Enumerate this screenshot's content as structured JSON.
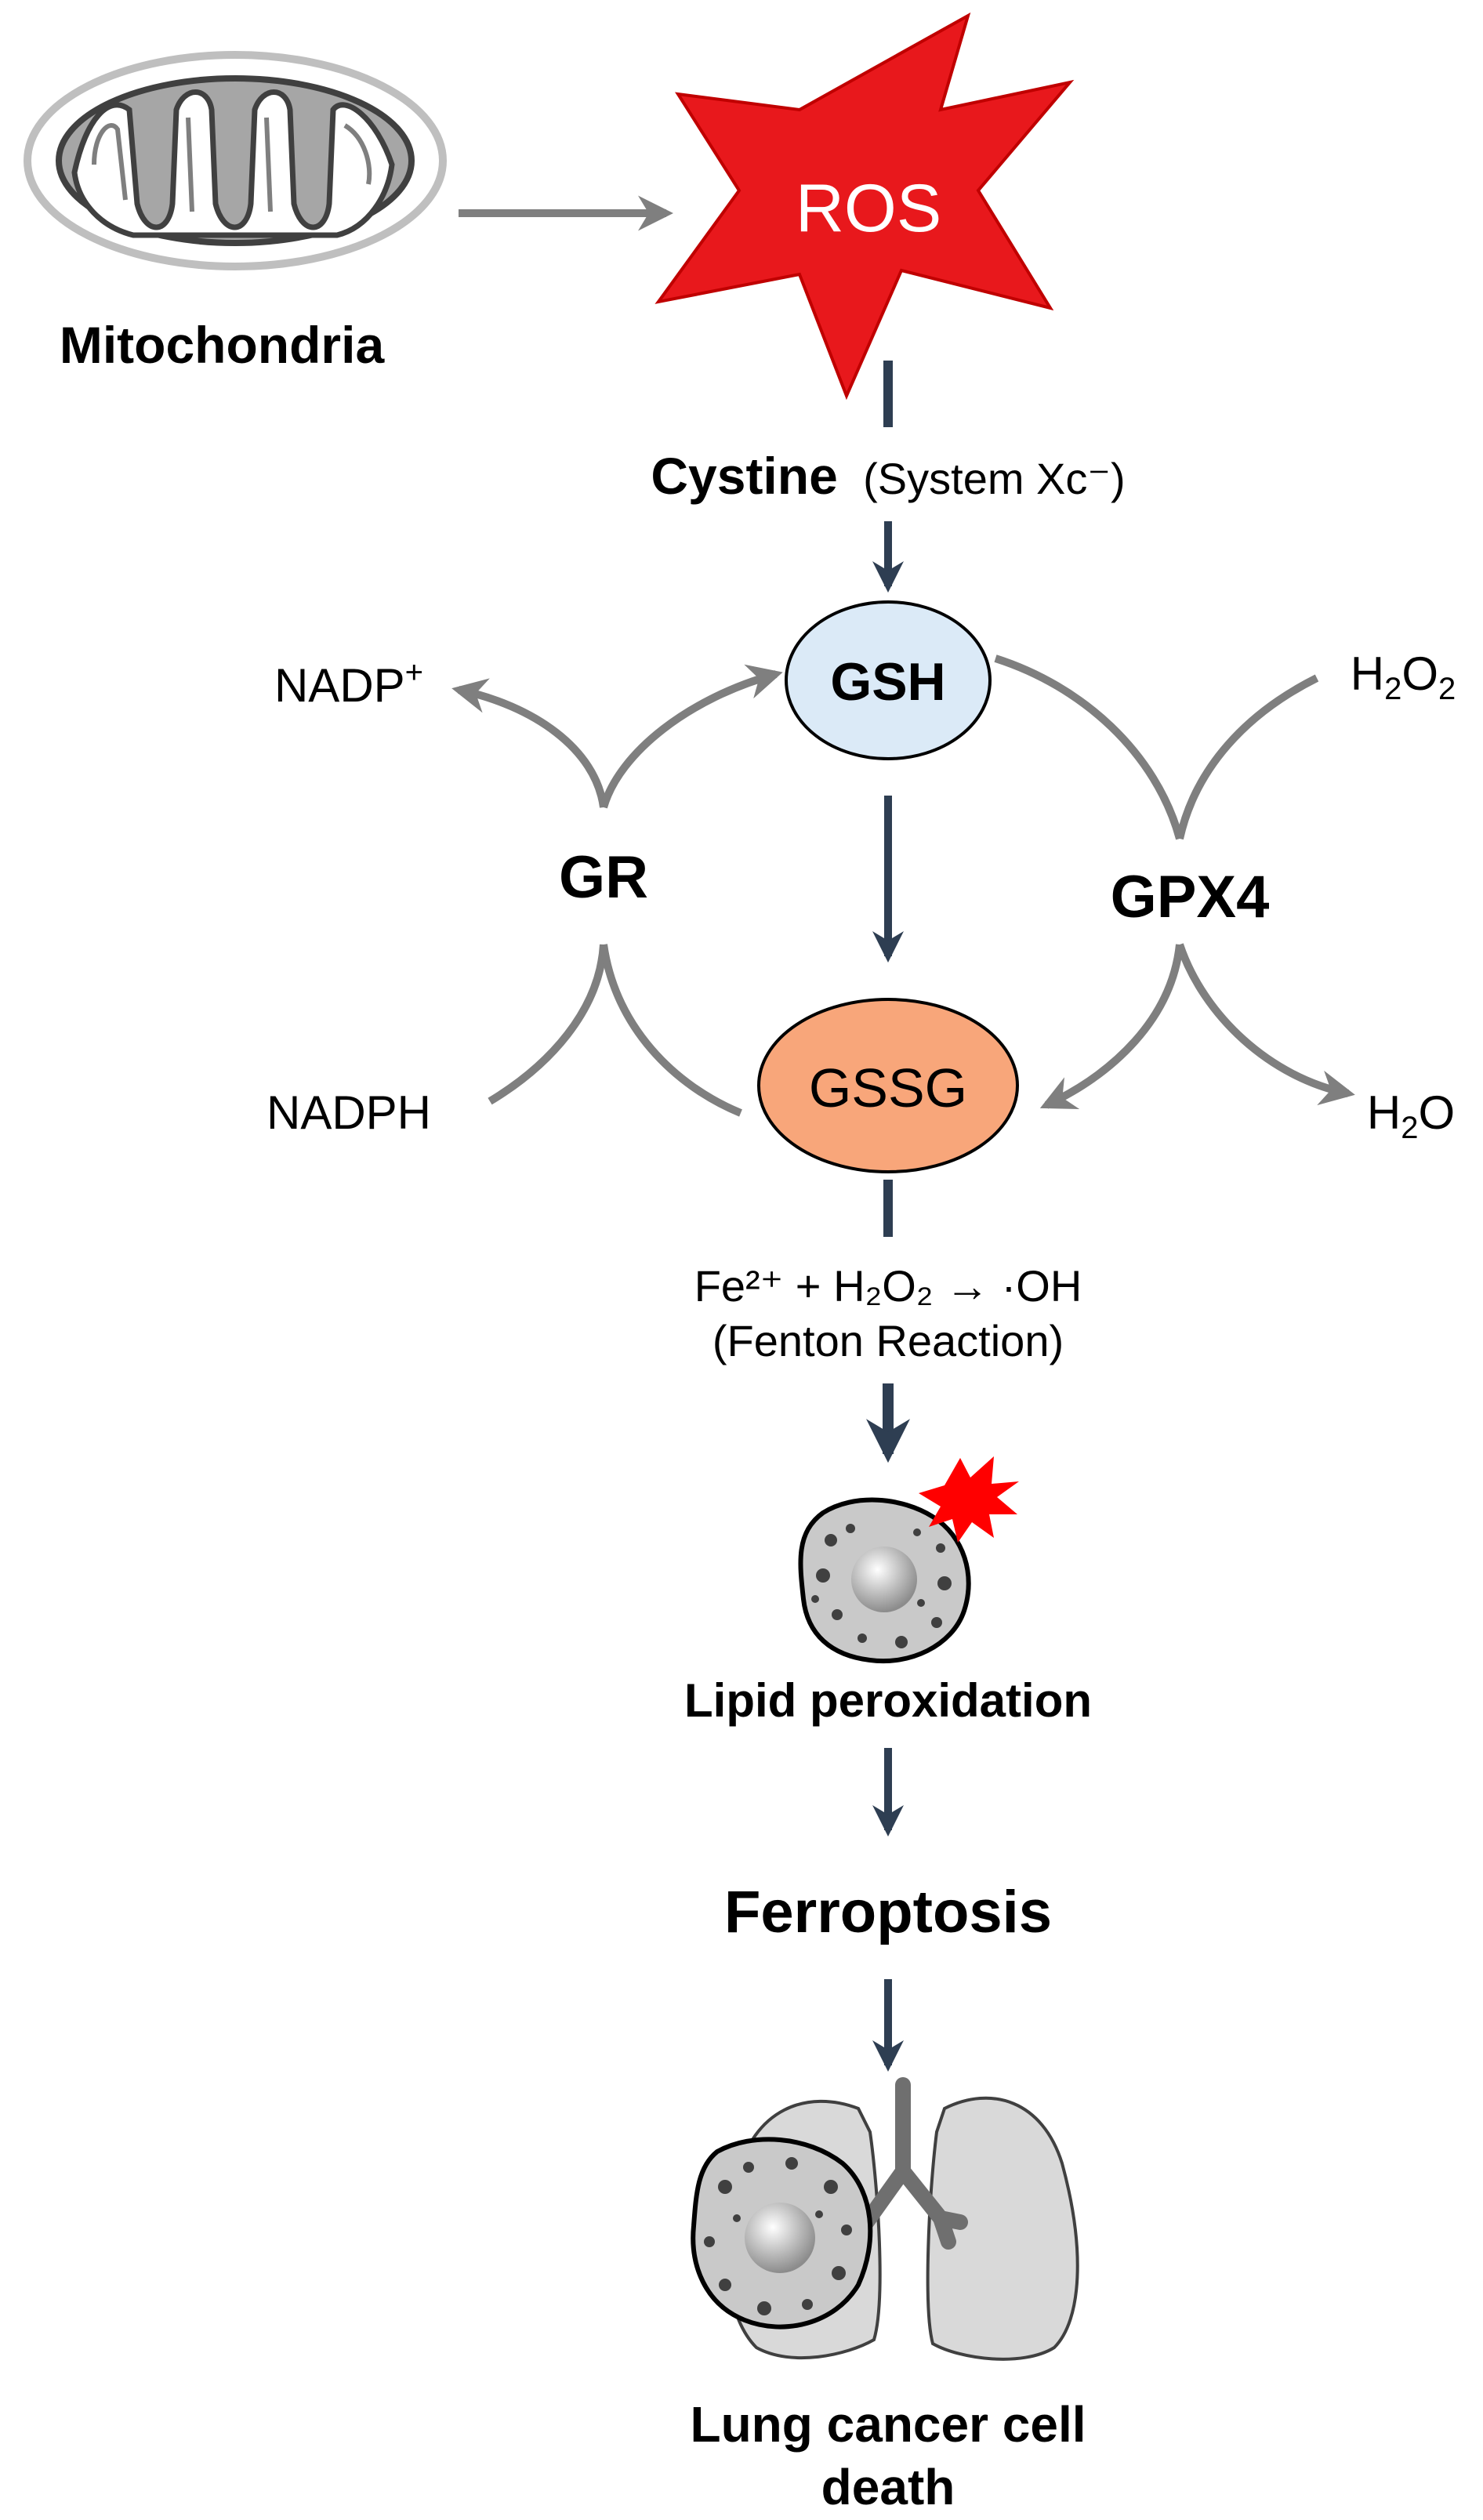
{
  "colors": {
    "ros_star": "#e8181c",
    "gsh_fill": "#dbeaf7",
    "gssg_fill": "#f8a67a",
    "dark_arrow": "#2e3e52",
    "gray_arrow": "#7f7f7f",
    "mito_gray": "#a6a6a6",
    "lung_fill": "#d9d9d9"
  },
  "icons": {
    "mitochondria": "mitochondria-icon",
    "ros": "star-burst-icon",
    "damaged_cell": "damaged-cell-icon",
    "lungs": "lungs-icon"
  },
  "labels": {
    "mitochondria": "Mitochondria",
    "ros": "ROS",
    "cystine": "Cystine",
    "system_xc": "(System Xc⁻)",
    "gsh": "GSH",
    "gssg": "GSSG",
    "gr": "GR",
    "gpx4": "GPX4",
    "nadp_main": "NADP",
    "nadp_sup": "+",
    "nadph": "NADPH",
    "h2o2_right": {
      "a": "H",
      "s1": "2",
      "b": "O",
      "s2": "2"
    },
    "h2o": {
      "a": "H",
      "s1": "2",
      "b": "O"
    },
    "fenton_equation": "Fe²⁺ + H₂O₂ → ·OH",
    "fenton_name": "(Fenton Reaction)",
    "lipid_peroxidation": "Lipid peroxidation",
    "ferroptosis": "Ferroptosis",
    "lung_death_line1": "Lung cancer cell",
    "lung_death_line2": "death"
  }
}
